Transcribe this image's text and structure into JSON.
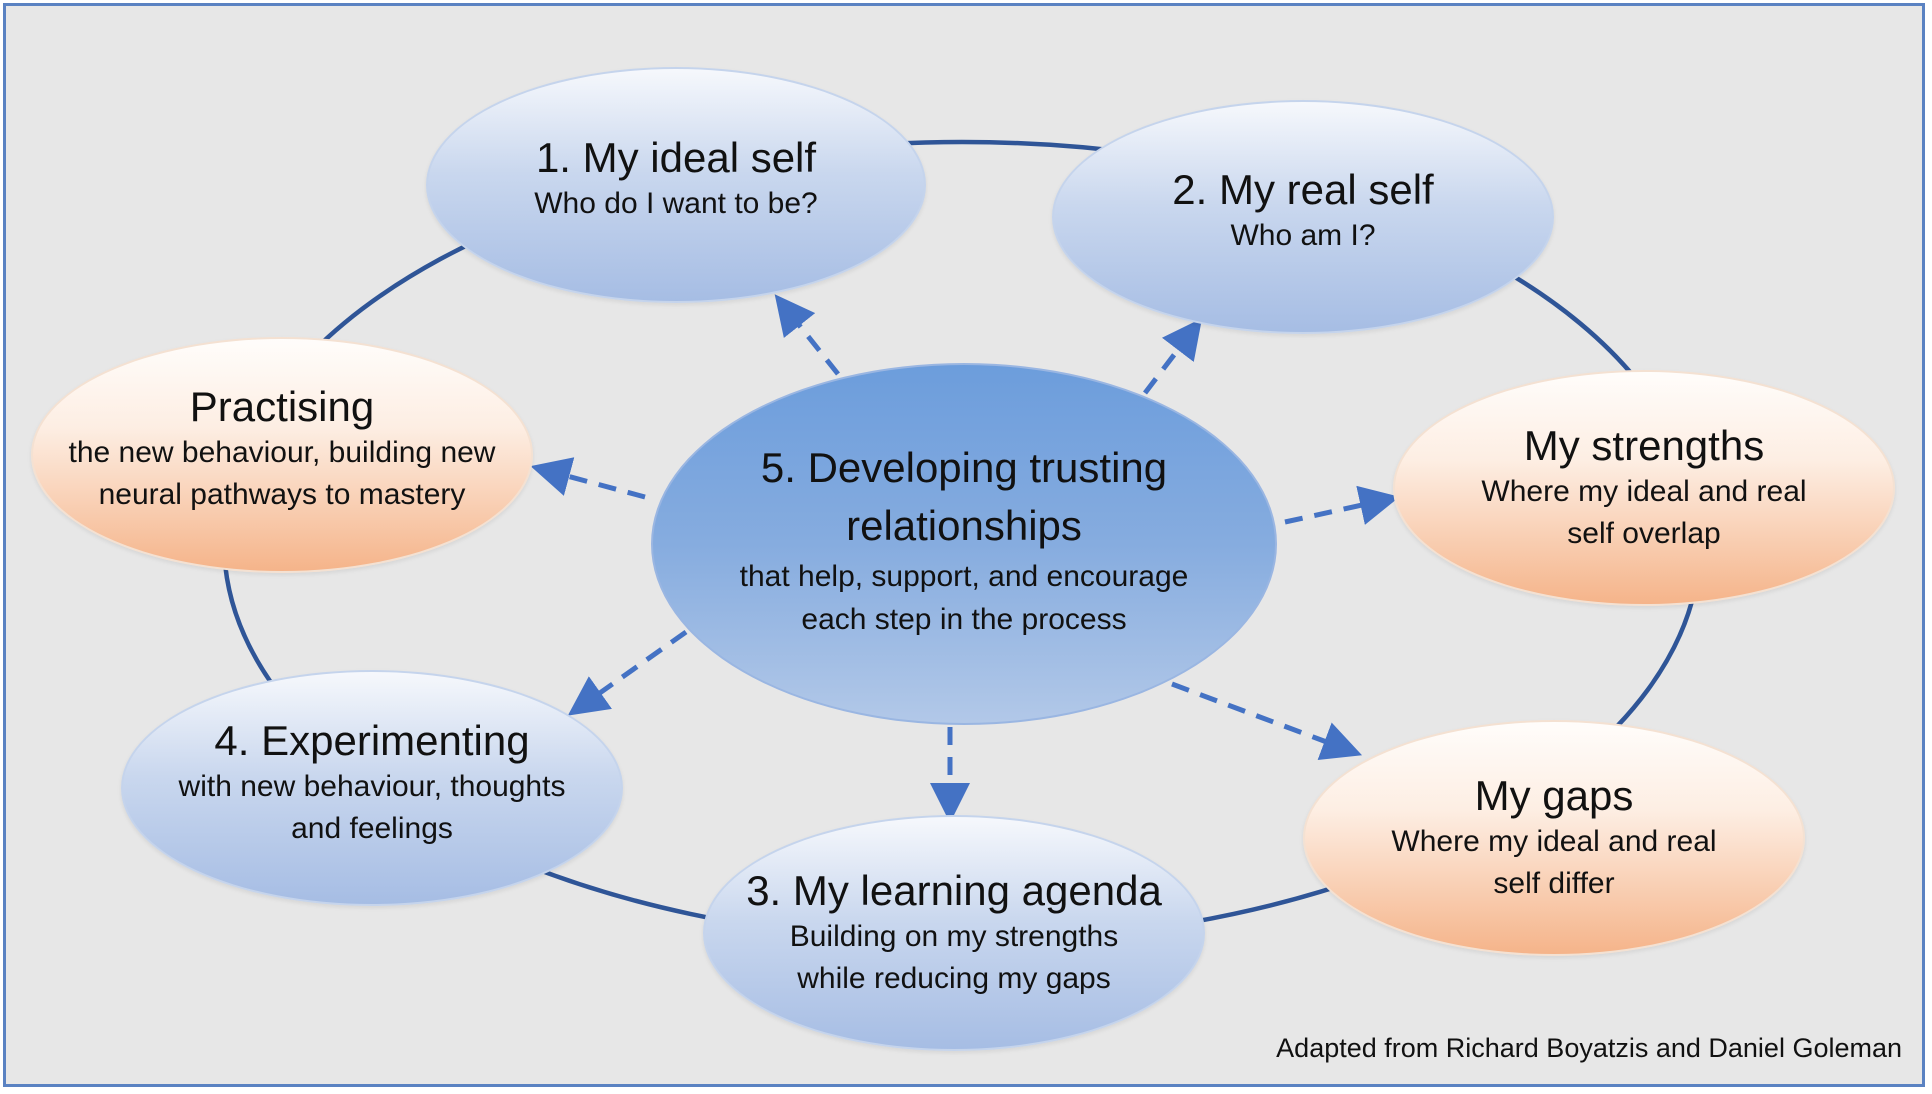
{
  "colors": {
    "cycle_line": "#2f5597",
    "arrow": "#4472c4",
    "frame_border": "#5a82c2",
    "background": "#e7e7e7"
  },
  "nodes": {
    "ideal_self": {
      "title": "1. My ideal self",
      "sub": "Who do I want to be?"
    },
    "real_self": {
      "title": "2. My real self",
      "sub": "Who am I?"
    },
    "strengths": {
      "title": "My strengths",
      "sub_line1": "Where my ideal and real",
      "sub_line2": "self overlap"
    },
    "gaps": {
      "title": "My gaps",
      "sub_line1": "Where my ideal and real",
      "sub_line2": "self differ"
    },
    "learning_agenda": {
      "title": "3. My learning agenda",
      "sub_line1": "Building on my strengths",
      "sub_line2": "while reducing my gaps"
    },
    "experimenting": {
      "title": "4. Experimenting",
      "sub_line1": "with new behaviour, thoughts",
      "sub_line2": "and feelings"
    },
    "practising": {
      "title": "Practising",
      "sub_line1": "the new behaviour, building new",
      "sub_line2": "neural pathways to mastery"
    },
    "trusting": {
      "title_line1": "5. Developing trusting",
      "title_line2": "relationships",
      "sub_line1": "that help, support, and encourage",
      "sub_line2": "each step in the process"
    }
  },
  "footer": {
    "credit": "Adapted from Richard Boyatzis and Daniel Goleman"
  }
}
